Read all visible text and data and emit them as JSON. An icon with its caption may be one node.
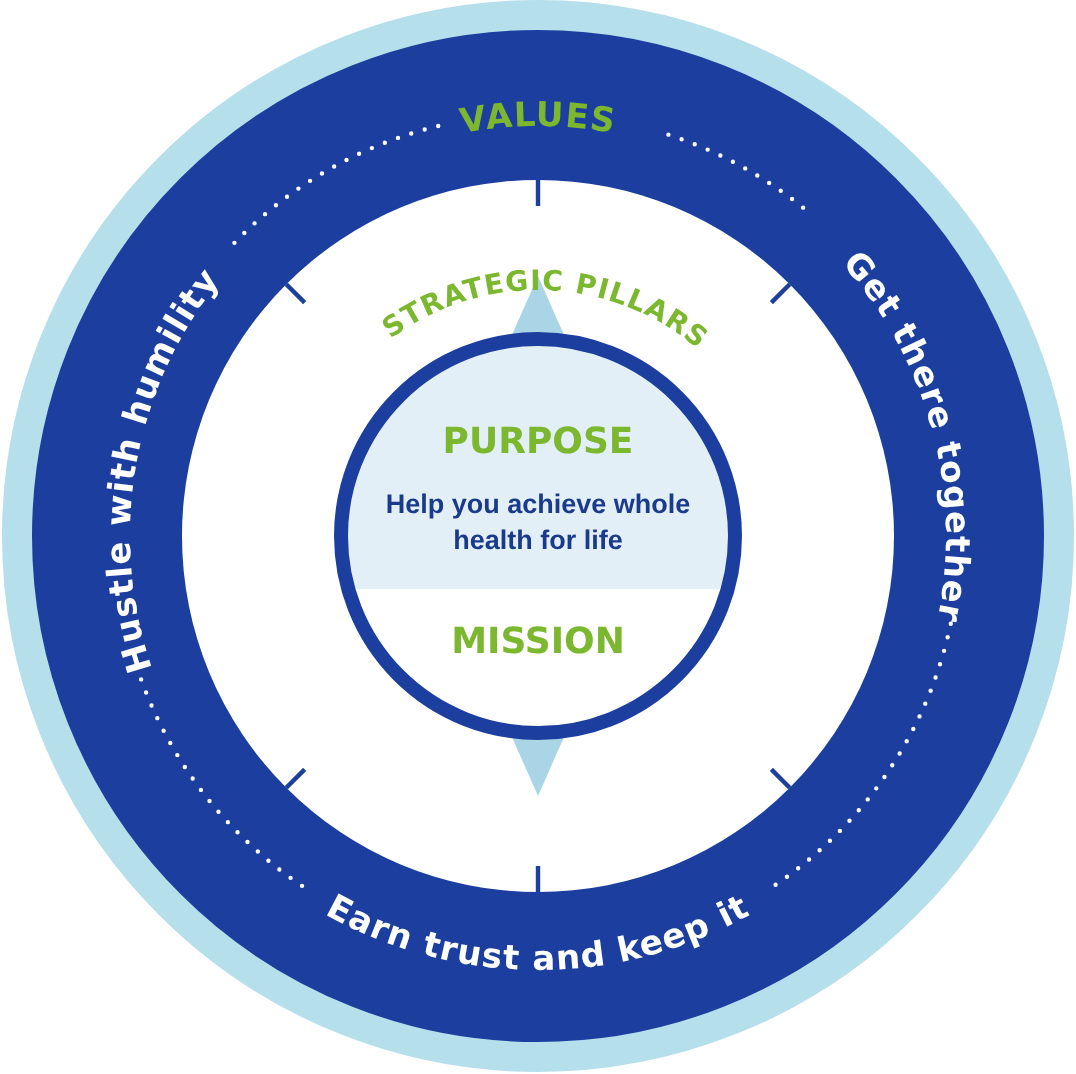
{
  "diagram": {
    "nodes": [
      {
        "text": [
          "VALUES",
          "Hustle with humility",
          "Get there together",
          "Earn trust and keep it"
        ]
      },
      {
        "text": [
          "STRATEGIC PILLARS"
        ],
        "in": 0
      },
      {
        "text": [
          "PURPOSE",
          "Help you achieve whole health for life",
          "MISSION"
        ],
        "in": 1
      }
    ]
  }
}
